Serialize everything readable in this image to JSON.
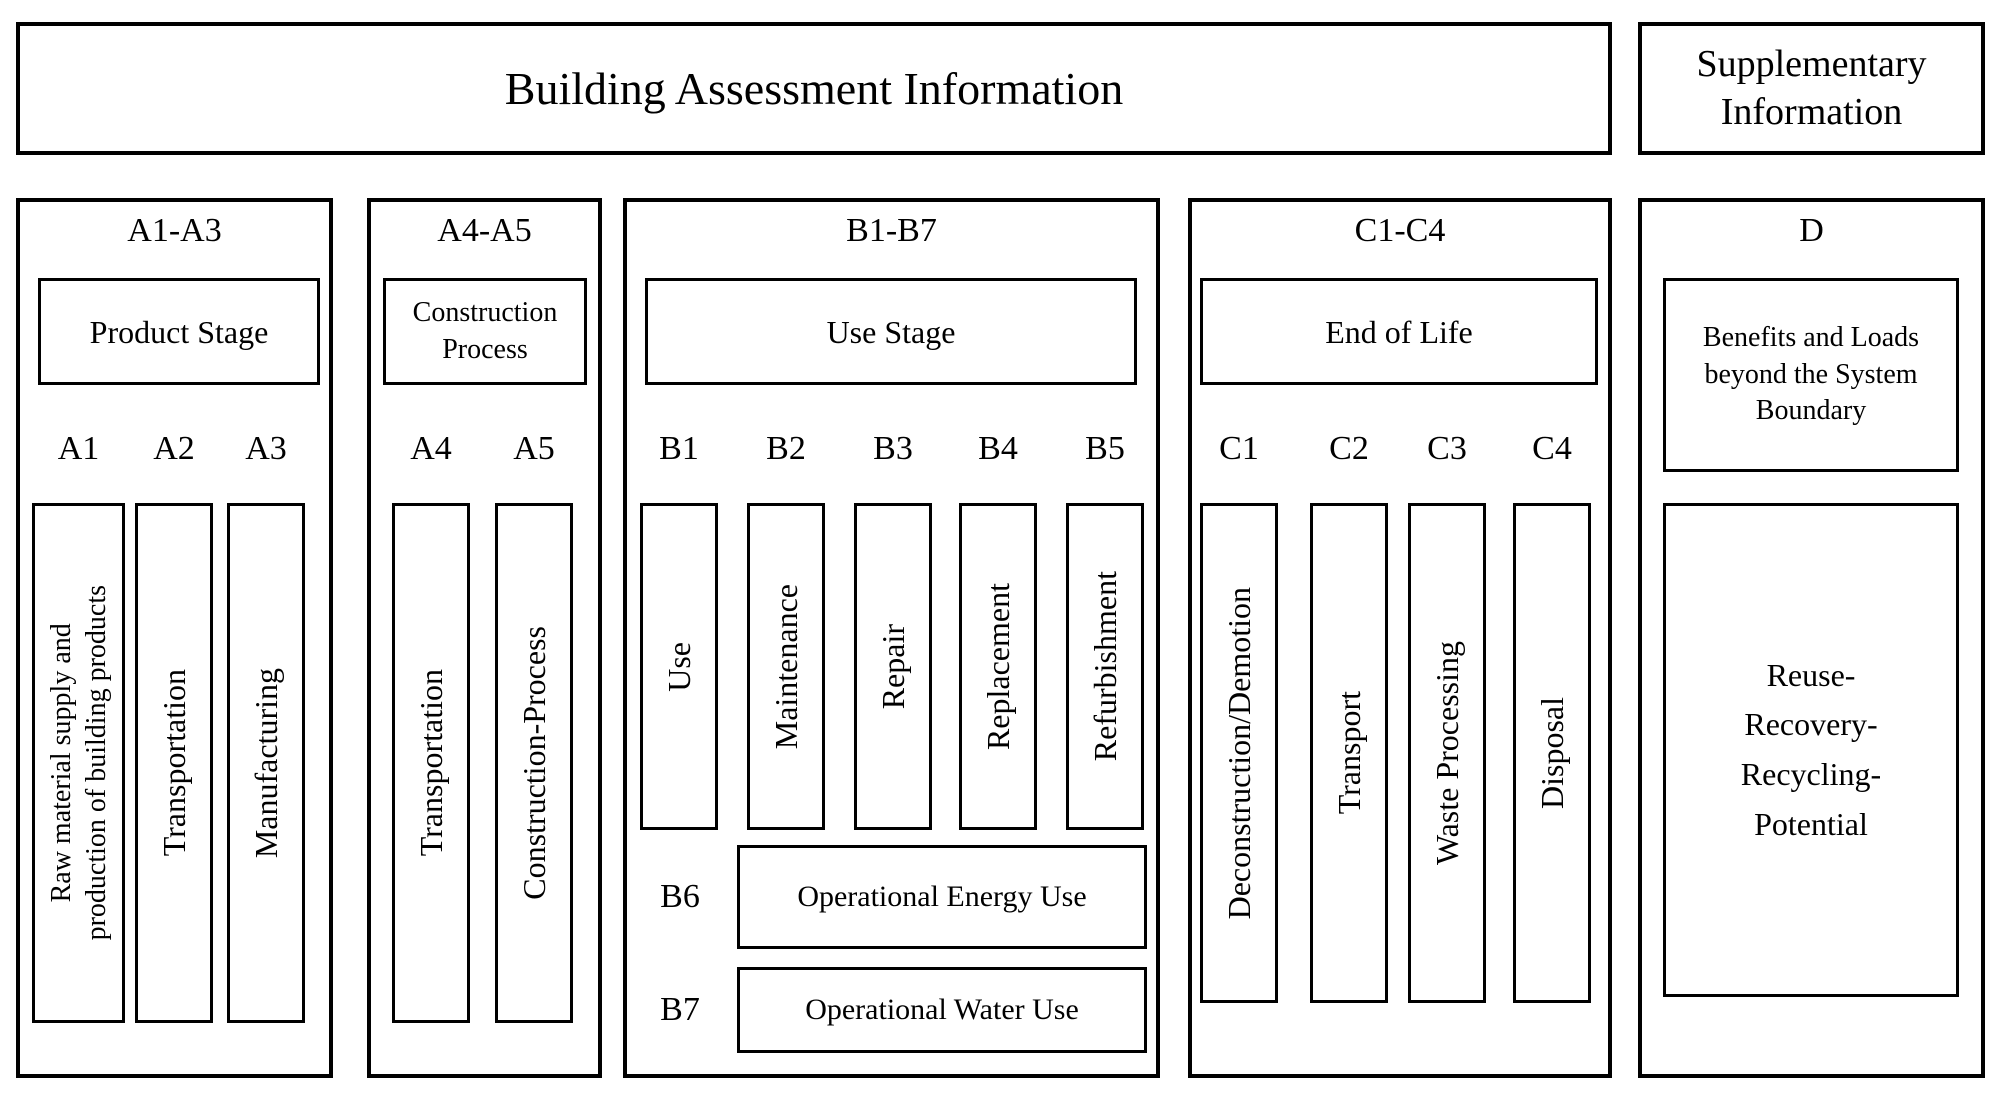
{
  "diagram": {
    "background_color": "#ffffff",
    "border_color": "#000000",
    "text_color": "#000000"
  },
  "title": "Building Assessment Information",
  "supplementary_title": "Supplementary Information",
  "columns": [
    {
      "code": "A1-A3",
      "stage": "Product Stage",
      "modules": [
        {
          "code": "A1",
          "label": "Raw material supply and\nproduction of building products"
        },
        {
          "code": "A2",
          "label": "Transportation"
        },
        {
          "code": "A3",
          "label": "Manufacturing"
        }
      ]
    },
    {
      "code": "A4-A5",
      "stage": "Construction Process",
      "modules": [
        {
          "code": "A4",
          "label": "Transportation"
        },
        {
          "code": "A5",
          "label": "Construction-Process"
        }
      ]
    },
    {
      "code": "B1-B7",
      "stage": "Use Stage",
      "modules": [
        {
          "code": "B1",
          "label": "Use"
        },
        {
          "code": "B2",
          "label": "Maintenance"
        },
        {
          "code": "B3",
          "label": "Repair"
        },
        {
          "code": "B4",
          "label": "Replacement"
        },
        {
          "code": "B5",
          "label": "Refurbishment"
        }
      ],
      "operational_rows": [
        {
          "code": "B6",
          "label": "Operational Energy Use"
        },
        {
          "code": "B7",
          "label": "Operational Water Use"
        }
      ]
    },
    {
      "code": "C1-C4",
      "stage": "End of Life",
      "modules": [
        {
          "code": "C1",
          "label": "Deconstruction/Demotion"
        },
        {
          "code": "C2",
          "label": "Transport"
        },
        {
          "code": "C3",
          "label": "Waste Processing"
        },
        {
          "code": "C4",
          "label": "Disposal"
        }
      ]
    },
    {
      "code": "D",
      "stage": "Benefits and Loads beyond the System Boundary",
      "potential_label": "Reuse-\nRecovery-\nRecycling-\nPotential"
    }
  ]
}
